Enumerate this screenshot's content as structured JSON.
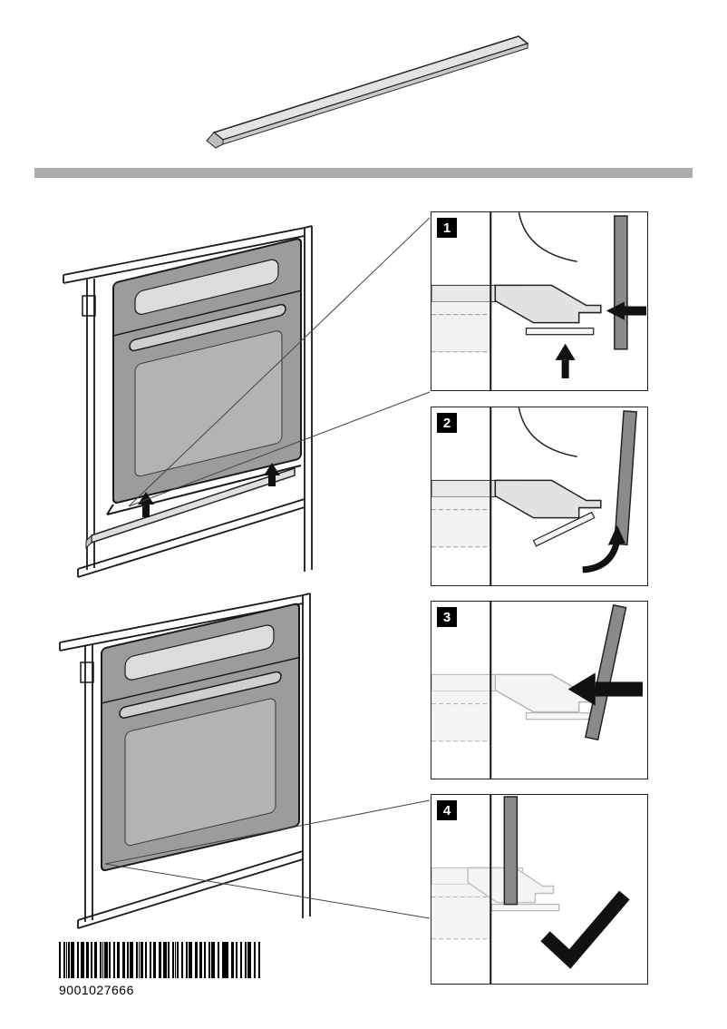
{
  "page": {
    "background": "#ffffff"
  },
  "illustrations": {
    "product_strip": "oven-trim-strip",
    "top_oven": "oven-door-open-strip-insertion",
    "bottom_oven": "oven-installed-front-view"
  },
  "steps": [
    {
      "number": "1",
      "icons": [
        "arrow-up-icon",
        "arrow-left-icon"
      ]
    },
    {
      "number": "2",
      "icons": [
        "rotate-arrow-icon"
      ]
    },
    {
      "number": "3",
      "icons": [
        "arrow-left-icon"
      ]
    },
    {
      "number": "4",
      "icons": [
        "checkmark-icon"
      ]
    }
  ],
  "barcode": {
    "number": "9001027666"
  },
  "colors": {
    "divider": "#ababab",
    "oven_body": "#9c9c9c",
    "oven_glass": "#b3b3b3",
    "door_bar": "#8a8a8a",
    "badge_background": "#000000",
    "badge_text": "#ffffff",
    "line": "#1a1a1a"
  }
}
